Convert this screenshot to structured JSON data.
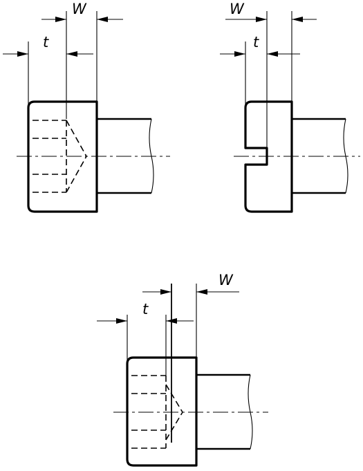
{
  "views": [
    {
      "id": "view-a",
      "labels": {
        "width": "W",
        "depth": "t"
      }
    },
    {
      "id": "view-b",
      "labels": {
        "width": "W",
        "depth": "t"
      }
    },
    {
      "id": "view-c",
      "labels": {
        "width": "W",
        "depth": "t"
      }
    }
  ]
}
